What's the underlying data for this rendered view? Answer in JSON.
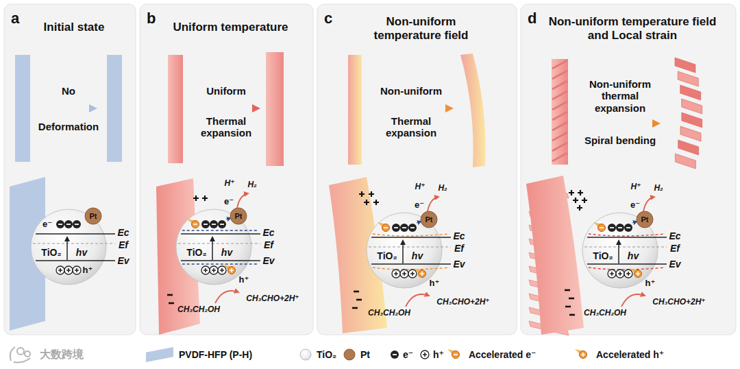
{
  "diagram": {
    "nodes": [
      {
        "text": [
          "a",
          "Initial state"
        ]
      },
      {
        "text": [
          "TiO₂",
          "hv"
        ],
        "in": 0
      },
      {
        "text": [
          "Pt"
        ],
        "in": 0
      },
      {
        "text": [
          "b",
          "Uniform temperature"
        ]
      },
      {
        "text": [
          "TiO₂",
          "hv"
        ],
        "in": 3
      },
      {
        "text": [
          "Pt"
        ],
        "in": 3
      },
      {
        "text": [
          "c",
          "Non-uniform temperature field"
        ]
      },
      {
        "text": [
          "TiO₂",
          "hv"
        ],
        "in": 6
      },
      {
        "text": [
          "Pt"
        ],
        "in": 6
      },
      {
        "text": [
          "d",
          "Non-uniform temperature field and Local strain"
        ]
      },
      {
        "text": [
          "TiO₂",
          "hv"
        ],
        "in": 9
      },
      {
        "text": [
          "Pt"
        ],
        "in": 9
      }
    ],
    "labels": [
      "No",
      "Deformation",
      "e⁻",
      "Ec",
      "Ef",
      "Ev",
      "h⁺",
      "Uniform",
      "Thermal expansion",
      "H⁺",
      "H₂",
      "e⁻",
      "Ec",
      "Ef",
      "Ev",
      "h⁺",
      "CH₃CHO+2H⁺",
      "CH₃CH₂OH",
      "Non-uniform",
      "Thermal expansion",
      "H⁺",
      "H₂",
      "e⁻",
      "Ec",
      "Ef",
      "Ev",
      "h⁺",
      "CH₃CHO+2H⁺",
      "CH₃CH₂OH",
      "Non-uniform thermal expansion",
      "Spiral bending",
      "H⁺",
      "H₂",
      "e⁻",
      "Ec",
      "Ef",
      "Ev",
      "h⁺",
      "CH₃CHO+2H⁺",
      "CH₃CH₂OH",
      "大数跨境"
    ],
    "legend": [
      {
        "text": "PVDF-HFP (P-H)",
        "color": "#b8c9e4"
      },
      {
        "text": "TiO₂"
      },
      {
        "text": "Pt"
      },
      {
        "text": "e⁻"
      },
      {
        "text": "h⁺"
      },
      {
        "text": "Accelerated e⁻"
      },
      {
        "text": "Accelerated h⁺"
      }
    ]
  }
}
